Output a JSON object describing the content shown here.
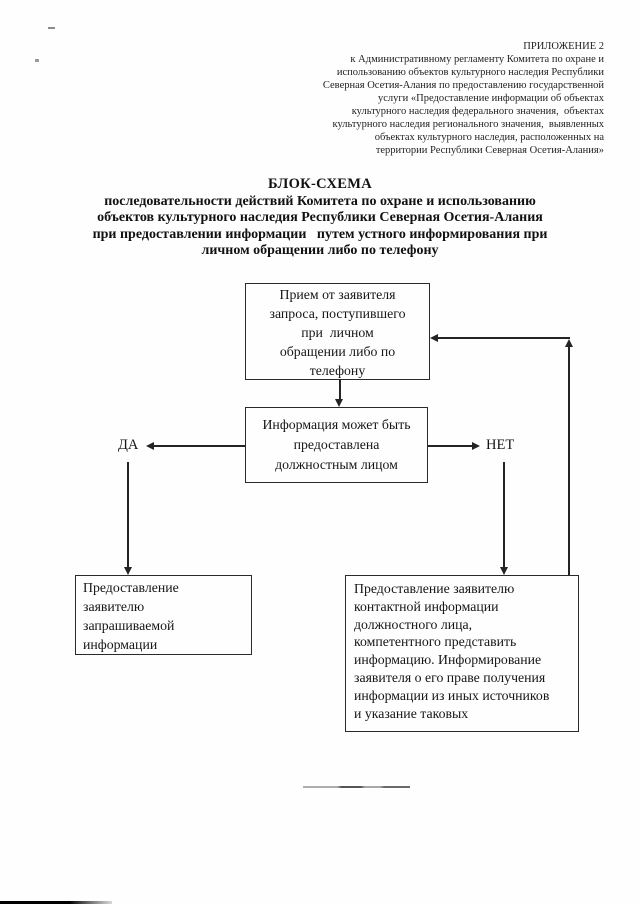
{
  "header": {
    "appendix": "ПРИЛОЖЕНИЕ 2",
    "regulation_reference": "к Административному регламенту Комитета по охране и\nиспользованию объектов культурного наследия Республики\nСеверная Осетия-Алания по предоставлению государственной\nуслуги «Предоставление информации об объектах\nкультурного наследия федерального значения,  объектах\nкультурного наследия регионального значения,  выявленных\nобъектах культурного наследия, расположенных на\nтерритории Республики Северная Осетия-Алания»"
  },
  "title": {
    "heading": "БЛОК-СХЕМА",
    "subtitle": "последовательности действий Комитета по охране и использованию\nобъектов культурного наследия Республики Северная Осетия-Алания\nпри предоставлении информации   путем устного информирования при\nличном обращении либо по телефону"
  },
  "flowchart": {
    "node_receive_request": "Прием от заявителя\nзапроса, поступившего\nпри  личном\nобращении либо по\nтелефону",
    "node_decision": "Информация может быть\nпредоставлена\nдолжностным лицом",
    "label_yes": "ДА",
    "label_no": "НЕТ",
    "node_provide_info": "Предоставление\nзаявителю\nзапрашиваемой\nинформации",
    "node_provide_contacts": "Предоставление заявителю\nконтактной информации\nдолжностного лица,\nкомпетентного представить\nинформацию. Информирование\nзаявителя о его праве получения\nинформации из иных источников\nи указание таковых"
  },
  "colors": {
    "ink": "#1a1a1a",
    "paper": "#fefefe",
    "line": "#242424"
  }
}
